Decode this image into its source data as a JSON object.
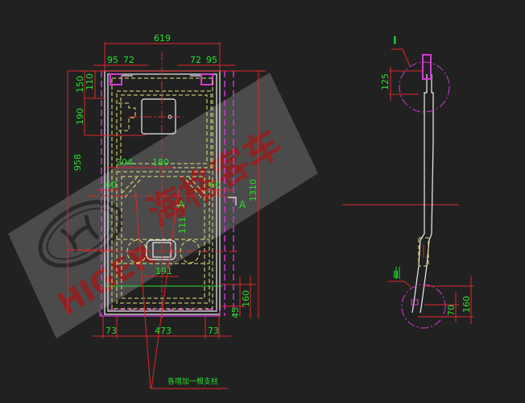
{
  "drawing": {
    "background": "#212121",
    "colors": {
      "dimension_line": "#e3262a",
      "dimension_text": "#27e02b",
      "outline": "#f0f0f0",
      "hidden_line": "#e8e27a",
      "phantom_line": "#d63ad6",
      "watermark": "#8a2424"
    }
  },
  "front_view": {
    "dimensions": {
      "overall_width": "619",
      "top_left_outer": "95",
      "top_left_inner": "72",
      "top_right_inner": "72",
      "top_right_outer": "95",
      "left_150": "150",
      "left_110": "110",
      "left_190": "190",
      "left_overall_height": "958",
      "mid_204": "204",
      "mid_180": "180",
      "left_60": "60",
      "right_60": "60",
      "right_overall_height": "1310",
      "vertical_111": "111",
      "bottom_191": "191",
      "right_160": "160",
      "right_45": "45",
      "bottom_left_73": "73",
      "bottom_middle_473": "473",
      "bottom_right_73": "73"
    },
    "section_markers": [
      "A",
      "A"
    ],
    "note": "各增加一根支柱"
  },
  "side_view": {
    "detail_labels": [
      "I",
      "II"
    ],
    "dimensions": {
      "top_125": "125",
      "bottom_70": "70",
      "bottom_160": "160"
    }
  },
  "watermark": {
    "brand_cn": "海格客车",
    "brand_en": "HIGER"
  }
}
